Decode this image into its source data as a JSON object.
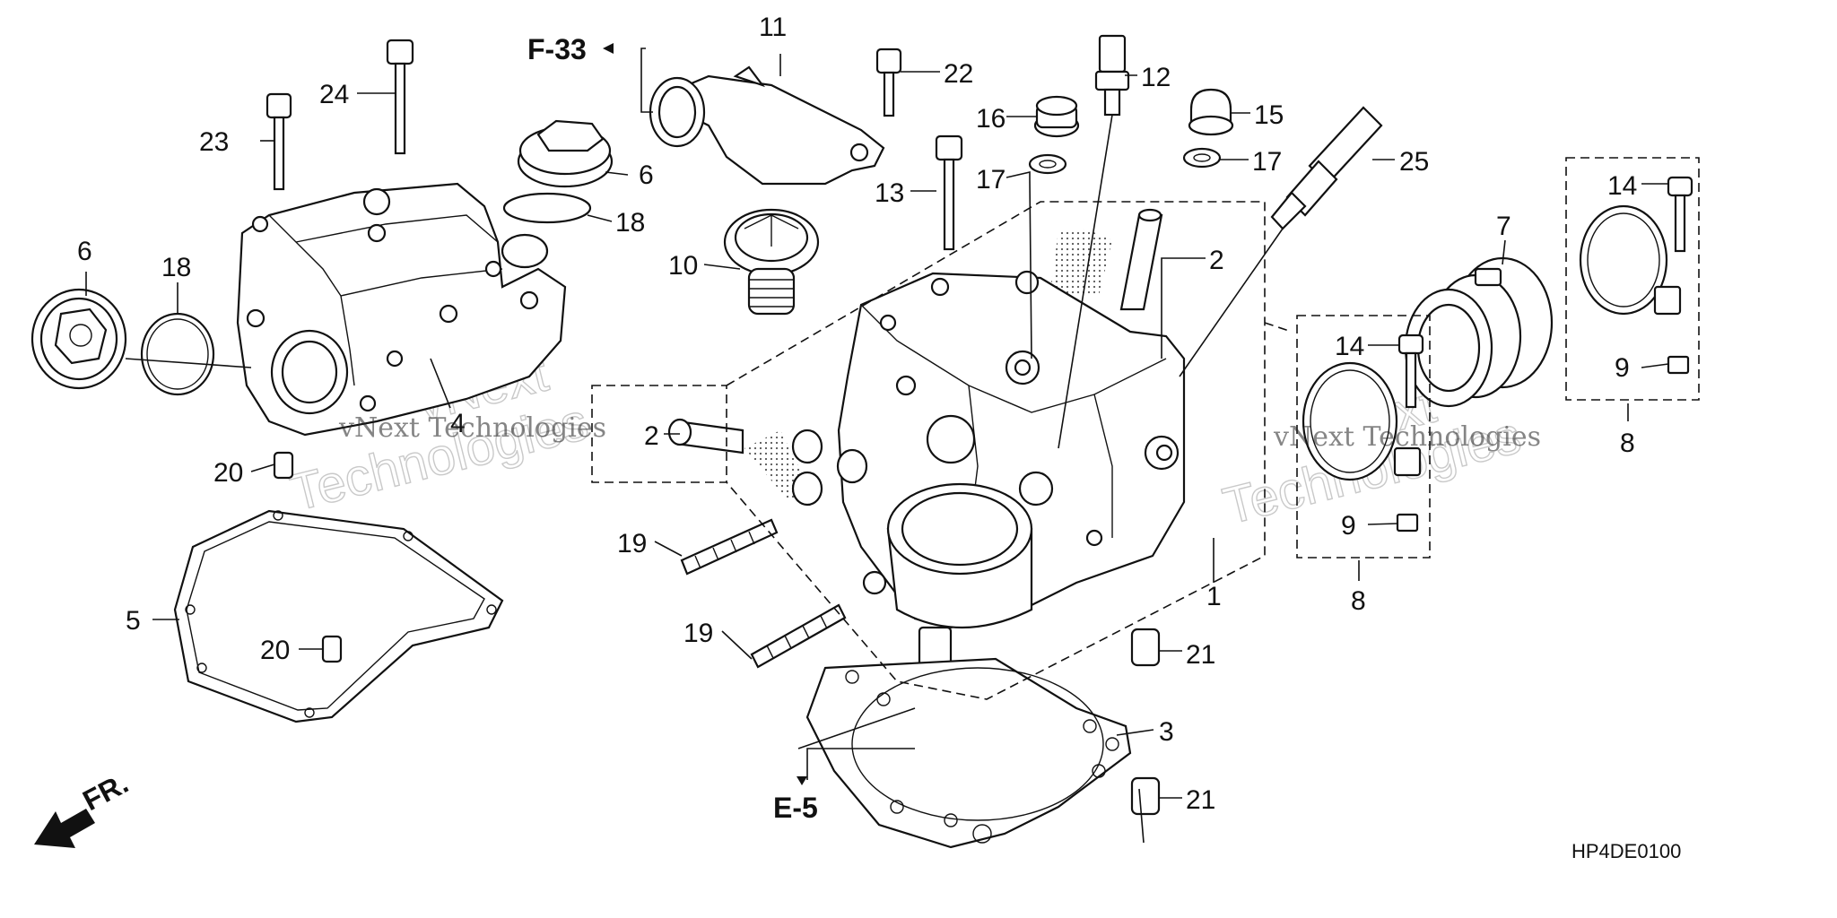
{
  "diagram_code": "HP4DE0100",
  "watermark": {
    "brand_a": "vNext",
    "brand_b": "Technologies",
    "line": "vNext Technologies"
  },
  "references": {
    "top": "F-33",
    "bottom": "E-5"
  },
  "direction": {
    "label": "FR."
  },
  "callouts": {
    "c1": "1",
    "c2a": "2",
    "c2b": "2",
    "c3": "3",
    "c4": "4",
    "c5": "5",
    "c6a": "6",
    "c6b": "6",
    "c7": "7",
    "c8a": "8",
    "c8b": "8",
    "c9a": "9",
    "c9b": "9",
    "c10": "10",
    "c11": "11",
    "c12": "12",
    "c13": "13",
    "c14a": "14",
    "c14b": "14",
    "c15": "15",
    "c16": "16",
    "c17a": "17",
    "c17b": "17",
    "c18a": "18",
    "c18b": "18",
    "c19a": "19",
    "c19b": "19",
    "c20a": "20",
    "c20b": "20",
    "c21a": "21",
    "c21b": "21",
    "c22": "22",
    "c23": "23",
    "c24": "24",
    "c25": "25"
  }
}
